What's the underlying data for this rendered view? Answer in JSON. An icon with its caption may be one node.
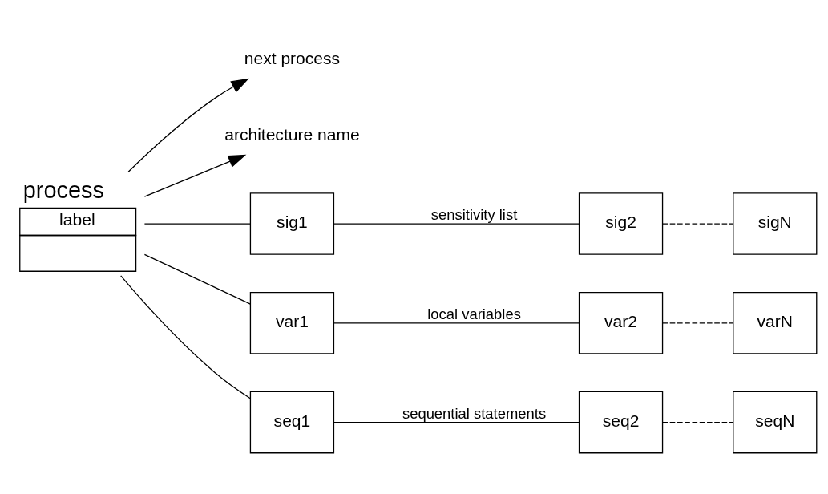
{
  "diagram": {
    "nodes": [
      {
        "text": [
          "process",
          "label"
        ]
      },
      {
        "text": [
          "next process"
        ]
      },
      {
        "text": [
          "architecture name"
        ]
      },
      {
        "text": [
          "sig1"
        ]
      },
      {
        "text": [
          "sig2"
        ]
      },
      {
        "text": [
          "sigN"
        ]
      },
      {
        "text": [
          "var1"
        ]
      },
      {
        "text": [
          "var2"
        ]
      },
      {
        "text": [
          "varN"
        ]
      },
      {
        "text": [
          "seq1"
        ]
      },
      {
        "text": [
          "seq2"
        ]
      },
      {
        "text": [
          "seqN"
        ]
      }
    ],
    "edges": [
      {
        "from": 0,
        "to": 1,
        "arrow": "to"
      },
      {
        "from": 0,
        "to": 2,
        "arrow": "to"
      },
      {
        "from": 0,
        "to": 3,
        "arrow": "none"
      },
      {
        "from": 0,
        "to": 6,
        "arrow": "none"
      },
      {
        "from": 0,
        "to": 9,
        "arrow": "none"
      },
      {
        "from": 3,
        "to": 4,
        "arrow": "none",
        "label": "sensitivity list"
      },
      {
        "from": 4,
        "to": 5,
        "arrow": "none",
        "style": "dashed"
      },
      {
        "from": 6,
        "to": 7,
        "arrow": "none",
        "label": "local variables"
      },
      {
        "from": 7,
        "to": 8,
        "arrow": "none",
        "style": "dashed"
      },
      {
        "from": 9,
        "to": 10,
        "arrow": "none",
        "label": "sequential statements"
      },
      {
        "from": 10,
        "to": 11,
        "arrow": "none",
        "style": "dashed"
      }
    ]
  }
}
